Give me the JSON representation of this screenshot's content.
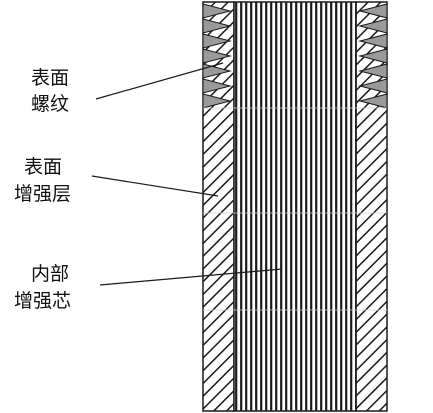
{
  "labels": {
    "surface_thread": [
      "表面",
      "螺纹"
    ],
    "surface_reinforcement_layer": [
      "表面",
      "增强层"
    ],
    "inner_reinforcement_core": [
      "内部",
      "增强芯"
    ]
  },
  "colors": {
    "stroke": "#1a1a1a",
    "hatch": "#1a1a1a",
    "core_lines": "#1a1a1a",
    "thread_fill": "#9a9a9a",
    "background": "#ffffff"
  }
}
